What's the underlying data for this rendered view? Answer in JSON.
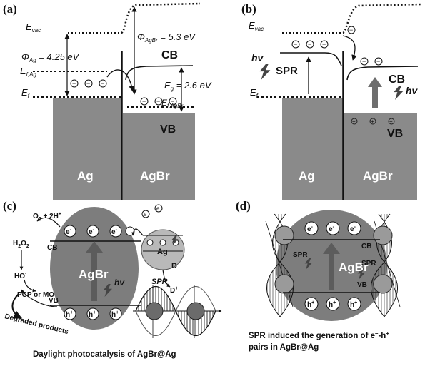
{
  "panel_a": {
    "label": "(a)",
    "e_vac": "E",
    "e_vac_sub": "vac",
    "phi_ag": "Φ",
    "phi_ag_sub": "Ag",
    "phi_ag_val": " = 4.25 eV",
    "phi_agbr": "Φ",
    "phi_agbr_sub": "AgBr",
    "phi_agbr_val": " = 5.3 eV",
    "cb": "CB",
    "vb": "VB",
    "ef_ag": "E",
    "ef_ag_sub": "f,Ag",
    "ef": "E",
    "ef_sub": "f",
    "eg": "E",
    "eg_sub": "g",
    "eg_val": " = 2.6 eV",
    "ef_agbr": "E",
    "ef_agbr_sub": "f,AgBr",
    "ag": "Ag",
    "agbr": "AgBr"
  },
  "panel_b": {
    "label": "(b)",
    "e_vac": "E",
    "e_vac_sub": "vac",
    "hv_left": "hv",
    "spr": "SPR",
    "ef": "E",
    "ef_sub": "f",
    "cb": "CB",
    "hv_right": "hv",
    "vb": "VB",
    "ag": "Ag",
    "agbr": "AgBr"
  },
  "panel_c": {
    "label": "(c)",
    "o2": "O",
    "o2_sub": "2",
    "o2_rest": " + 2H",
    "o2_sup": "+",
    "h2o2": "H",
    "h2o2_a": "2",
    "h2o2_b": "O",
    "h2o2_c": "2",
    "cb": "CB",
    "ho": "HO",
    "ho_sup": "·",
    "pcp": "PCP or MO",
    "degraded": "Degraded products",
    "agbr": "AgBr",
    "hv": "hv",
    "vb": "VB",
    "ag": "Ag",
    "d": "D",
    "d_plus": "D",
    "spr": "SPR",
    "e": "e",
    "h": "h",
    "caption": "Daylight photocatalysis of AgBr@Ag"
  },
  "panel_d": {
    "label": "(d)",
    "e": "e",
    "cb": "CB",
    "spr_left": "SPR",
    "agbr": "AgBr",
    "spr_right": "SPR",
    "vb": "VB",
    "h": "h",
    "caption_line1": "SPR induced the generation of e",
    "caption_line1_b": "–",
    "caption_line1_c": "-h",
    "caption_line1_d": "+",
    "caption_line2": "pairs in AgBr@Ag"
  },
  "colors": {
    "metal": "#8a8a8a",
    "ball": "#7d7d7d",
    "agball": "#b9b9b9",
    "line": "#111111",
    "arrow": "#6e6e6e"
  }
}
